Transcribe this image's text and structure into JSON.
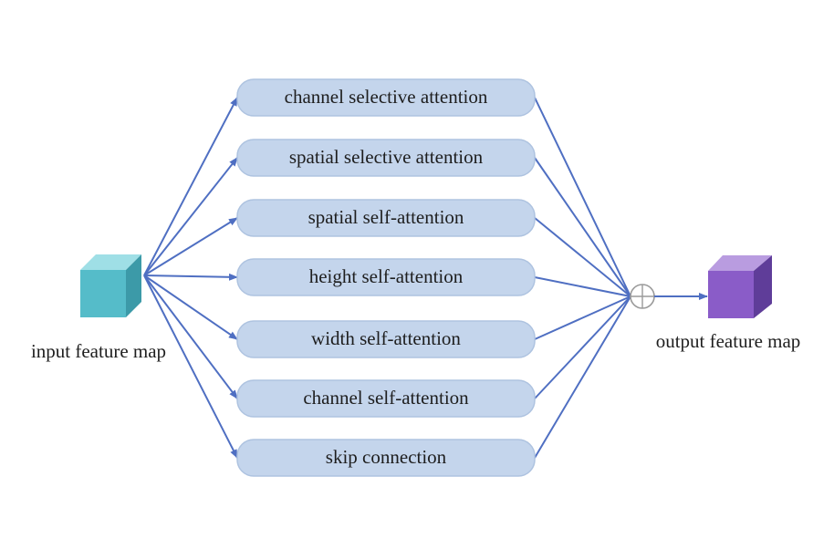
{
  "diagram": {
    "input_label": "input feature map",
    "output_label": "output feature map",
    "branches": [
      "channel selective attention",
      "spatial selective attention",
      "spatial self-attention",
      "height self-attention",
      "width self-attention",
      "channel self-attention",
      "skip connection"
    ],
    "fusion_symbol": "sum-circle",
    "colors": {
      "box_fill": "#c4d5ec",
      "box_stroke": "#aec3e0",
      "arrow": "#4f6fc2",
      "input_cube": "#55bcc9",
      "output_cube": "#8a5cc8"
    }
  }
}
